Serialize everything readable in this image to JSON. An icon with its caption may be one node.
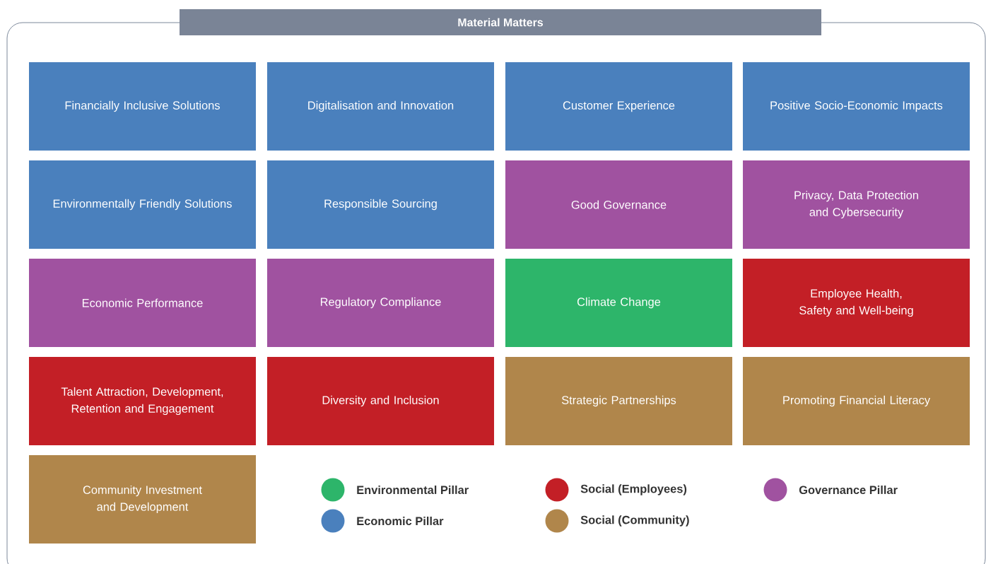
{
  "diagram": {
    "title": "Material Matters",
    "nodes": [
      {
        "text": [
          "Financially Inclusive Solutions"
        ]
      },
      {
        "text": [
          "Digitalisation and Innovation"
        ]
      },
      {
        "text": [
          "Customer Experience"
        ]
      },
      {
        "text": [
          "Positive Socio-Economic Impacts"
        ]
      },
      {
        "text": [
          "Environmentally Friendly Solutions"
        ]
      },
      {
        "text": [
          "Responsible Sourcing"
        ]
      },
      {
        "text": [
          "Good Governance"
        ]
      },
      {
        "text": [
          "Privacy, Data Protection and Cybersecurity"
        ]
      },
      {
        "text": [
          "Economic Performance"
        ]
      },
      {
        "text": [
          "Regulatory Compliance"
        ]
      },
      {
        "text": [
          "Climate Change"
        ]
      },
      {
        "text": [
          "Employee Health, Safety and Well-being"
        ]
      },
      {
        "text": [
          "Talent Attraction, Development, Retention and Engagement"
        ]
      },
      {
        "text": [
          "Diversity and Inclusion"
        ]
      },
      {
        "text": [
          "Strategic Partnerships"
        ]
      },
      {
        "text": [
          "Promoting Financial Literacy"
        ]
      },
      {
        "text": [
          "Community Investment and Development"
        ]
      }
    ],
    "legend": [
      {
        "text": "Environmental Pillar",
        "color": "#2db56a"
      },
      {
        "text": "Social (Employees)",
        "color": "#c31f26"
      },
      {
        "text": "Governance Pillar",
        "color": "#a052a0"
      },
      {
        "text": "Economic Pillar",
        "color": "#4a80bd"
      },
      {
        "text": "Social (Community)",
        "color": "#b0864b"
      }
    ]
  }
}
